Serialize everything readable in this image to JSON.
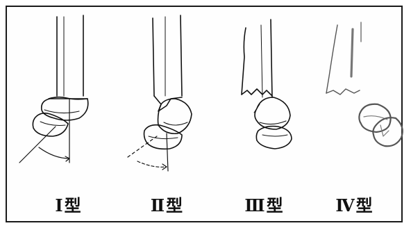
{
  "labels": {
    "type1": "Ⅰ型",
    "type2": "Ⅱ型",
    "type3": "Ⅲ型",
    "type4": "Ⅳ型"
  },
  "colors": {
    "ink": "#111111",
    "faded_ink": "#8a8a8a",
    "background": "#ffffff"
  }
}
